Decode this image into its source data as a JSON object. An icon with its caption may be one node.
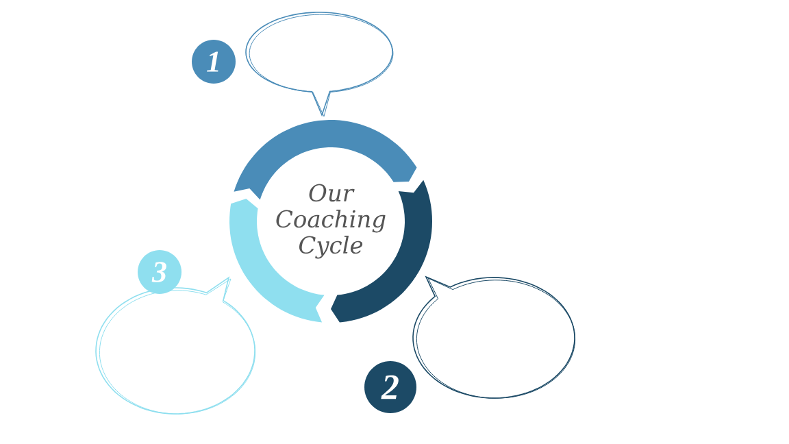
{
  "diagram": {
    "nodes": [
      {
        "text": [
          "Our Coaching Cycle"
        ]
      },
      {
        "text": [
          "1"
        ]
      },
      {
        "text": [],
        "shape": "bubble"
      },
      {
        "text": [
          "2"
        ]
      },
      {
        "text": [],
        "shape": "bubble"
      },
      {
        "text": [
          "3"
        ]
      },
      {
        "text": [],
        "shape": "bubble"
      }
    ]
  }
}
